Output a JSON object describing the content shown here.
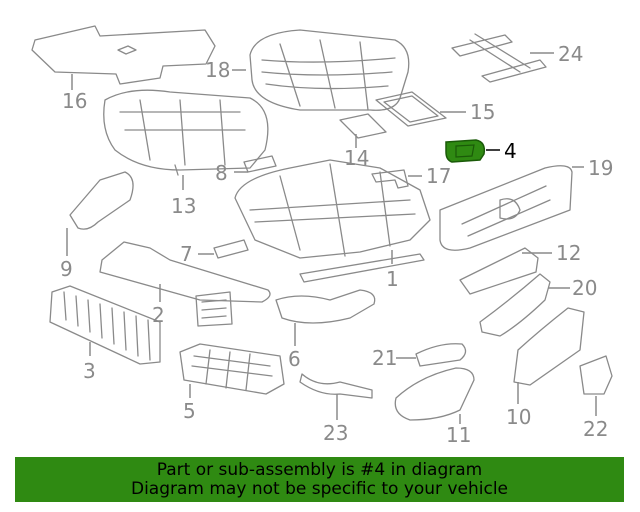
{
  "diagram": {
    "highlight_color": "#2f8a12",
    "callouts": [
      {
        "id": "1",
        "label": "1"
      },
      {
        "id": "2",
        "label": "2"
      },
      {
        "id": "3",
        "label": "3"
      },
      {
        "id": "4",
        "label": "4",
        "highlighted": true
      },
      {
        "id": "5",
        "label": "5"
      },
      {
        "id": "6",
        "label": "6"
      },
      {
        "id": "7",
        "label": "7"
      },
      {
        "id": "8",
        "label": "8"
      },
      {
        "id": "9",
        "label": "9"
      },
      {
        "id": "10",
        "label": "10"
      },
      {
        "id": "11",
        "label": "11"
      },
      {
        "id": "12",
        "label": "12"
      },
      {
        "id": "13",
        "label": "13"
      },
      {
        "id": "14",
        "label": "14"
      },
      {
        "id": "15",
        "label": "15"
      },
      {
        "id": "16",
        "label": "16"
      },
      {
        "id": "17",
        "label": "17"
      },
      {
        "id": "18",
        "label": "18"
      },
      {
        "id": "19",
        "label": "19"
      },
      {
        "id": "20",
        "label": "20"
      },
      {
        "id": "21",
        "label": "21"
      },
      {
        "id": "22",
        "label": "22"
      },
      {
        "id": "23",
        "label": "23"
      },
      {
        "id": "24",
        "label": "24"
      }
    ]
  },
  "banner": {
    "line1": "Part or sub-assembly is #4 in diagram",
    "line2": "Diagram may not be specific to your vehicle",
    "background": "#2f8a12"
  }
}
